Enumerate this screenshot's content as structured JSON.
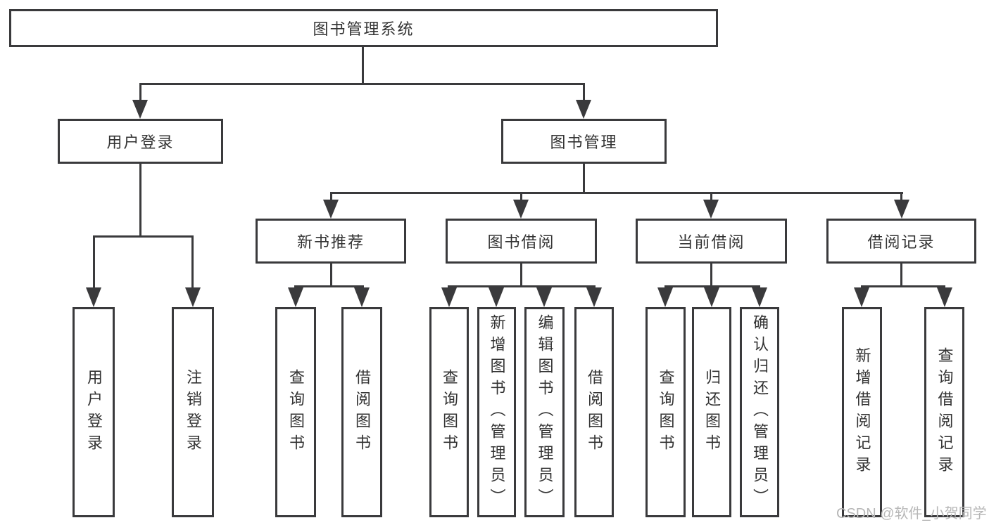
{
  "diagram": {
    "type": "hierarchy-tree",
    "root": {
      "label": "图书管理系统"
    },
    "level2": [
      {
        "label": "用户登录",
        "leaves": [
          {
            "label": "用户登录"
          },
          {
            "label": "注销登录"
          }
        ]
      },
      {
        "label": "图书管理",
        "modules": [
          {
            "label": "新书推荐",
            "leaves": [
              {
                "label": "查询图书"
              },
              {
                "label": "借阅图书"
              }
            ]
          },
          {
            "label": "图书借阅",
            "leaves": [
              {
                "label": "查询图书"
              },
              {
                "label": "新增图书（管理员）"
              },
              {
                "label": "编辑图书（管理员）"
              },
              {
                "label": "借阅图书"
              }
            ]
          },
          {
            "label": "当前借阅",
            "leaves": [
              {
                "label": "查询图书"
              },
              {
                "label": "归还图书"
              },
              {
                "label": "确认归还（管理员）"
              }
            ]
          },
          {
            "label": "借阅记录",
            "leaves": [
              {
                "label": "新增借阅记录"
              },
              {
                "label": "查询借阅记录"
              }
            ]
          }
        ]
      }
    ]
  },
  "watermark": {
    "text": "CSDN @软件_小贺同学",
    "color": "#b7b7b7"
  },
  "colors": {
    "line": "#3a3a3c",
    "text": "#333333",
    "background": "#ffffff"
  }
}
